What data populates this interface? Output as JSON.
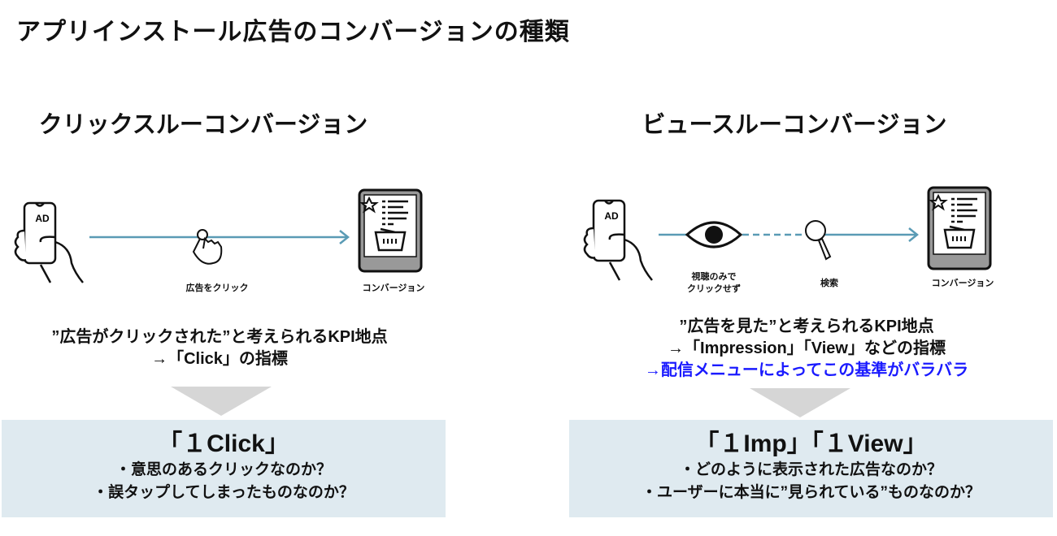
{
  "title": "アプリインストール広告のコンバージョンの種類",
  "left": {
    "heading": "クリックスルーコンバージョン",
    "labels": {
      "phone": "AD",
      "action": "広告をクリック",
      "conversion": "コンバージョン"
    },
    "desc": [
      "”広告がクリックされた”と考えられるKPI地点",
      "→「Click」の指標"
    ],
    "box": {
      "headline": "「１Click」",
      "points": [
        "・意思のあるクリックなのか？",
        "・誤タップしてしまったものなのか？"
      ]
    }
  },
  "right": {
    "heading": "ビュースルーコンバージョン",
    "labels": {
      "phone": "AD",
      "view": [
        "視聴のみで",
        "クリックせず"
      ],
      "search": "検索",
      "conversion": "コンバージョン"
    },
    "desc": [
      "”広告を見た”と考えられるKPI地点",
      "→「Impression」「View」などの指標"
    ],
    "note": "→配信メニューによってこの基準がバラバラ",
    "box": {
      "headline": "「１Imp」「１View」",
      "points": [
        "・どのように表示された広告なのか？",
        "・ユーザーに本当に”見られている”ものなのか？"
      ]
    }
  },
  "colors": {
    "arrow": "#5a9bb5",
    "box": "#dfeaf0",
    "note": "#1a1aff",
    "triangle": "#d6d6d6"
  }
}
